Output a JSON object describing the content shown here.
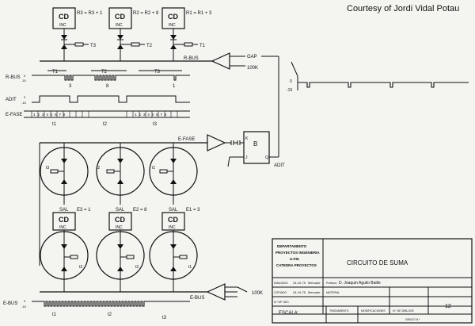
{
  "credit": "Courtesy of Jordi Vidal Potau",
  "counters_top": [
    {
      "block": "CD",
      "sub": "INC",
      "eq": "R3 = R3 + 1",
      "t": "T3"
    },
    {
      "block": "CD",
      "sub": "INC",
      "eq": "R2 = R2 + 8",
      "t": "T2"
    },
    {
      "block": "CD",
      "sub": "INC",
      "eq": "R1 = R1 + 3",
      "t": "T1"
    }
  ],
  "counters_bottom": [
    {
      "pre": "SAL",
      "block": "CD",
      "sub": "INC",
      "eq": "E3 = 1"
    },
    {
      "pre": "SAL",
      "block": "CD",
      "sub": "INC",
      "eq": "E2 = 8"
    },
    {
      "pre": "SAL",
      "block": "CD",
      "sub": "INC",
      "eq": "E1 = 3"
    }
  ],
  "buses": {
    "r_bus": "R-BUS",
    "e_bus": "E-BUS",
    "e_fase": "E-FASE",
    "gap": "GAP",
    "r100k": "100K",
    "r100k_b": "100K",
    "adit": "ADIT"
  },
  "timing": {
    "rows": [
      "R-BUS",
      "ADIT",
      "E-FASE",
      "E-BUS"
    ],
    "levels_top": "0",
    "levels_bot": "-15",
    "phases": [
      "T1",
      "T2",
      "T3"
    ],
    "counts": [
      "3",
      "8",
      "1"
    ],
    "ticks": [
      "t1",
      "t2",
      "t3"
    ],
    "efase_seq_1": "1 2 3 4 5 6 7 8",
    "efase_seq_3": "1 2 3 4 5 6 7 8"
  },
  "flipflop": {
    "name": "B",
    "k": "K",
    "j": "J",
    "q": "Q"
  },
  "title_block": {
    "dept": "DEPARTAMENTO\nPROYECTOS INGENIERIA\nU.P.B.\nCATEDRA PROYECTOS",
    "title": "CIRCUITO DE SUMA",
    "dibujado": "DIBUJADO",
    "dibujado_date": "24-10-75",
    "dibujado_name": "Mercade",
    "copiado": "COPIADO",
    "copiado_date": "24-10-75",
    "copiado_name": "Mercade",
    "profesor_label": "Profesor:",
    "profesor": "D. Joaquin Aguilo Batlle",
    "material": "MATERIAL",
    "escala": "ESCALA:",
    "tratamiento": "TRATAMIENTO",
    "modificaciones": "MODIFICACIONES",
    "n_dibujo": "N.º DE DIBUJOS",
    "dibujo_n": "DIBUJO N.º",
    "n_ap": "N.º AP. SEC.",
    "sheet_no": "12"
  }
}
